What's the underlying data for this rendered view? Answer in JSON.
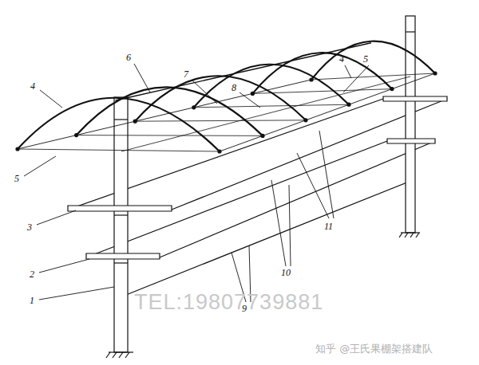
{
  "diagram": {
    "labels": [
      "4",
      "6",
      "7",
      "8",
      "4",
      "5",
      "5",
      "3",
      "11",
      "2",
      "10",
      "1",
      "9",
      "TEL:19807739881",
      "知乎 @王氏果棚架搭建队"
    ]
  }
}
